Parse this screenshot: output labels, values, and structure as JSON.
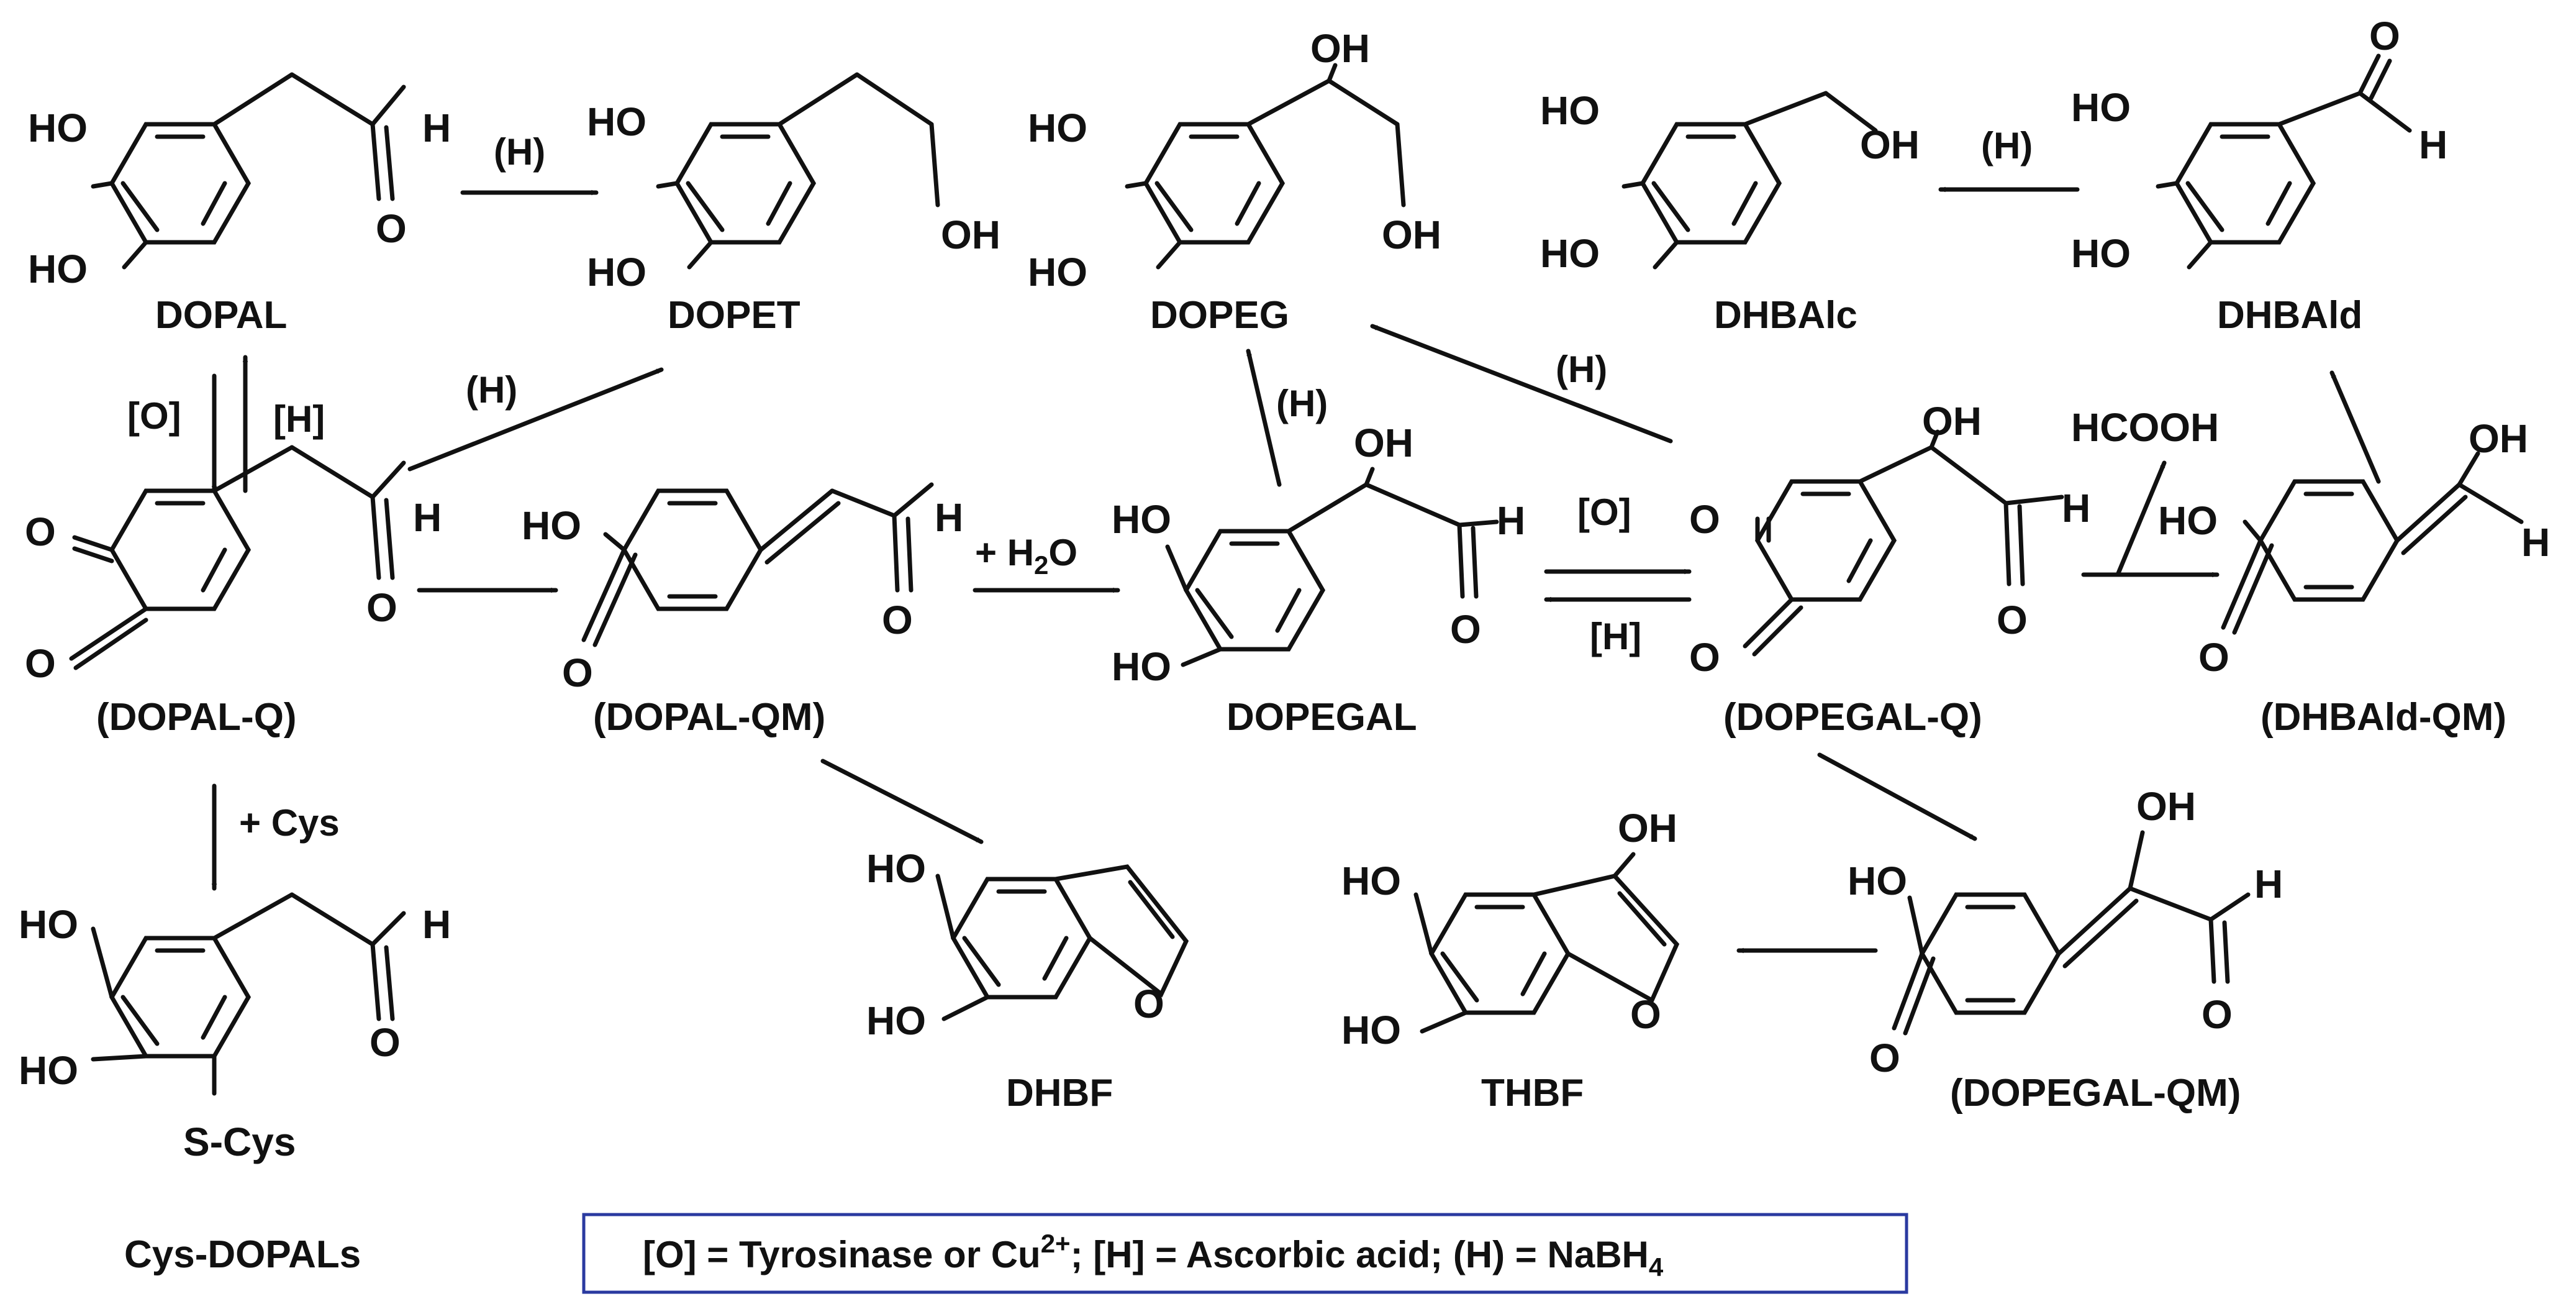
{
  "compounds": {
    "dopal": "DOPAL",
    "dopet": "DOPET",
    "dopeg": "DOPEG",
    "dhbalc": "DHBAlc",
    "dhbald": "DHBAld",
    "dopal_q": "(DOPAL-Q)",
    "dopal_qm": "(DOPAL-QM)",
    "dopegal": "DOPEGAL",
    "dopegal_q": "(DOPEGAL-Q)",
    "dhbald_qm": "(DHBAld-QM)",
    "cys_dopals": "Cys-DOPALs",
    "dhbf": "DHBF",
    "thbf": "THBF",
    "dopegal_qm": "(DOPEGAL-QM)",
    "hcooh": "HCOOH"
  },
  "reagents": {
    "h_nabh4": "(H)",
    "o_ox": "[O]",
    "h_asc": "[H]",
    "water": "+ H2O",
    "cys": "+ Cys"
  },
  "atoms": {
    "ho": "HO",
    "oh": "OH",
    "o": "O",
    "h": "H",
    "s_cys": "S-Cys"
  },
  "legend": {
    "part1": "[O] = Tyrosinase or Cu",
    "part1_sup": "2+",
    "part2": "; [H] = Ascorbic acid; (H) = NaBH",
    "part2_sub": "4"
  },
  "colors": {
    "ink": "#111111",
    "legend_border": "#2a3aa0"
  }
}
